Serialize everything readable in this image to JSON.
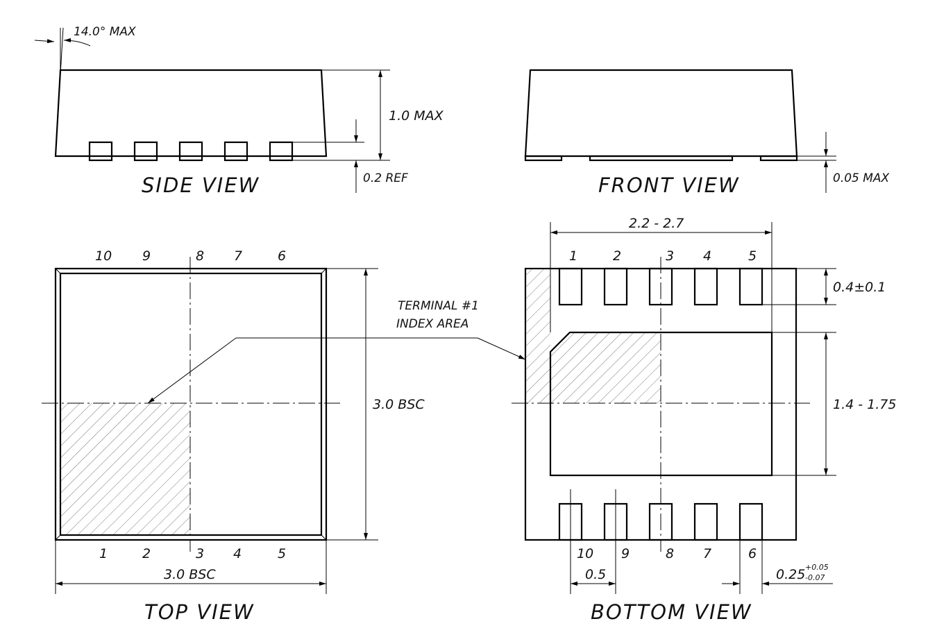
{
  "side_view": {
    "title": "SIDE VIEW",
    "angle_label": "14.0° MAX",
    "height_label": "1.0 MAX",
    "standoff_label": "0.2 REF"
  },
  "front_view": {
    "title": "FRONT VIEW",
    "pad_label": "0.05 MAX"
  },
  "top_view": {
    "title": "TOP VIEW",
    "pins_top": [
      "10",
      "9",
      "8",
      "7",
      "6"
    ],
    "pins_bottom": [
      "1",
      "2",
      "3",
      "4",
      "5"
    ],
    "width_label": "3.0 BSC",
    "height_label": "3.0 BSC"
  },
  "callout": {
    "line1": "TERMINAL #1",
    "line2": "INDEX AREA"
  },
  "bottom_view": {
    "title": "BOTTOM VIEW",
    "pins_top": [
      "1",
      "2",
      "3",
      "4",
      "5"
    ],
    "pins_bottom": [
      "10",
      "9",
      "8",
      "7",
      "6"
    ],
    "pad_width_label": "2.2 - 2.7",
    "pad_height_label": "1.4 - 1.75",
    "terminal_length_label": "0.4±0.1",
    "pitch_label": "0.5",
    "terminal_width_main": "0.25",
    "terminal_width_plus": "+0.05",
    "terminal_width_minus": "-0.07"
  }
}
